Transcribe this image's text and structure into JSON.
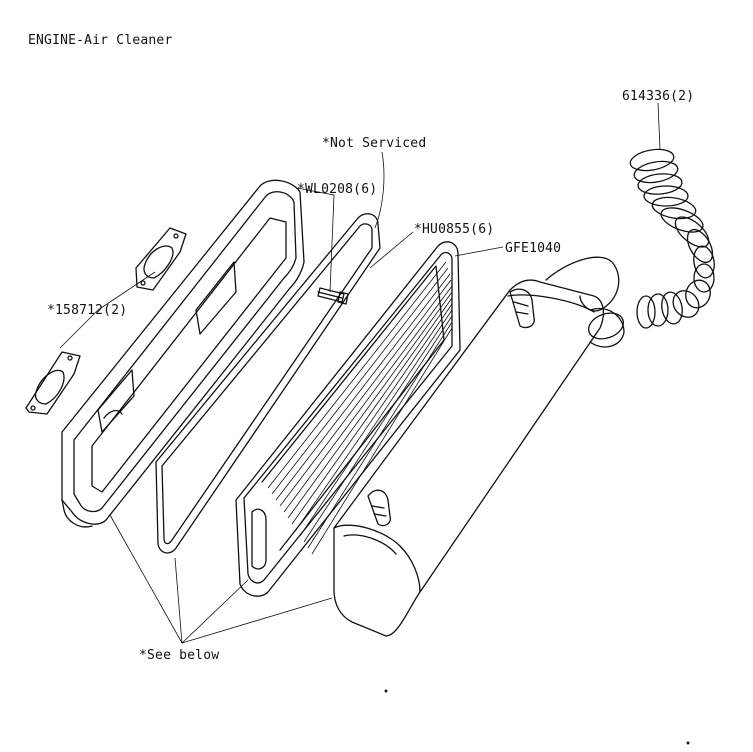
{
  "title": "ENGINE-Air Cleaner",
  "callouts": {
    "hose": "614336(2)",
    "not_serviced": "*Not Serviced",
    "wl0208": "*WL0208(6)",
    "hu0855": "*HU0855(6)",
    "gfe1040": "GFE1040",
    "gasket": "*158712(2)",
    "see_below": "*See below"
  }
}
